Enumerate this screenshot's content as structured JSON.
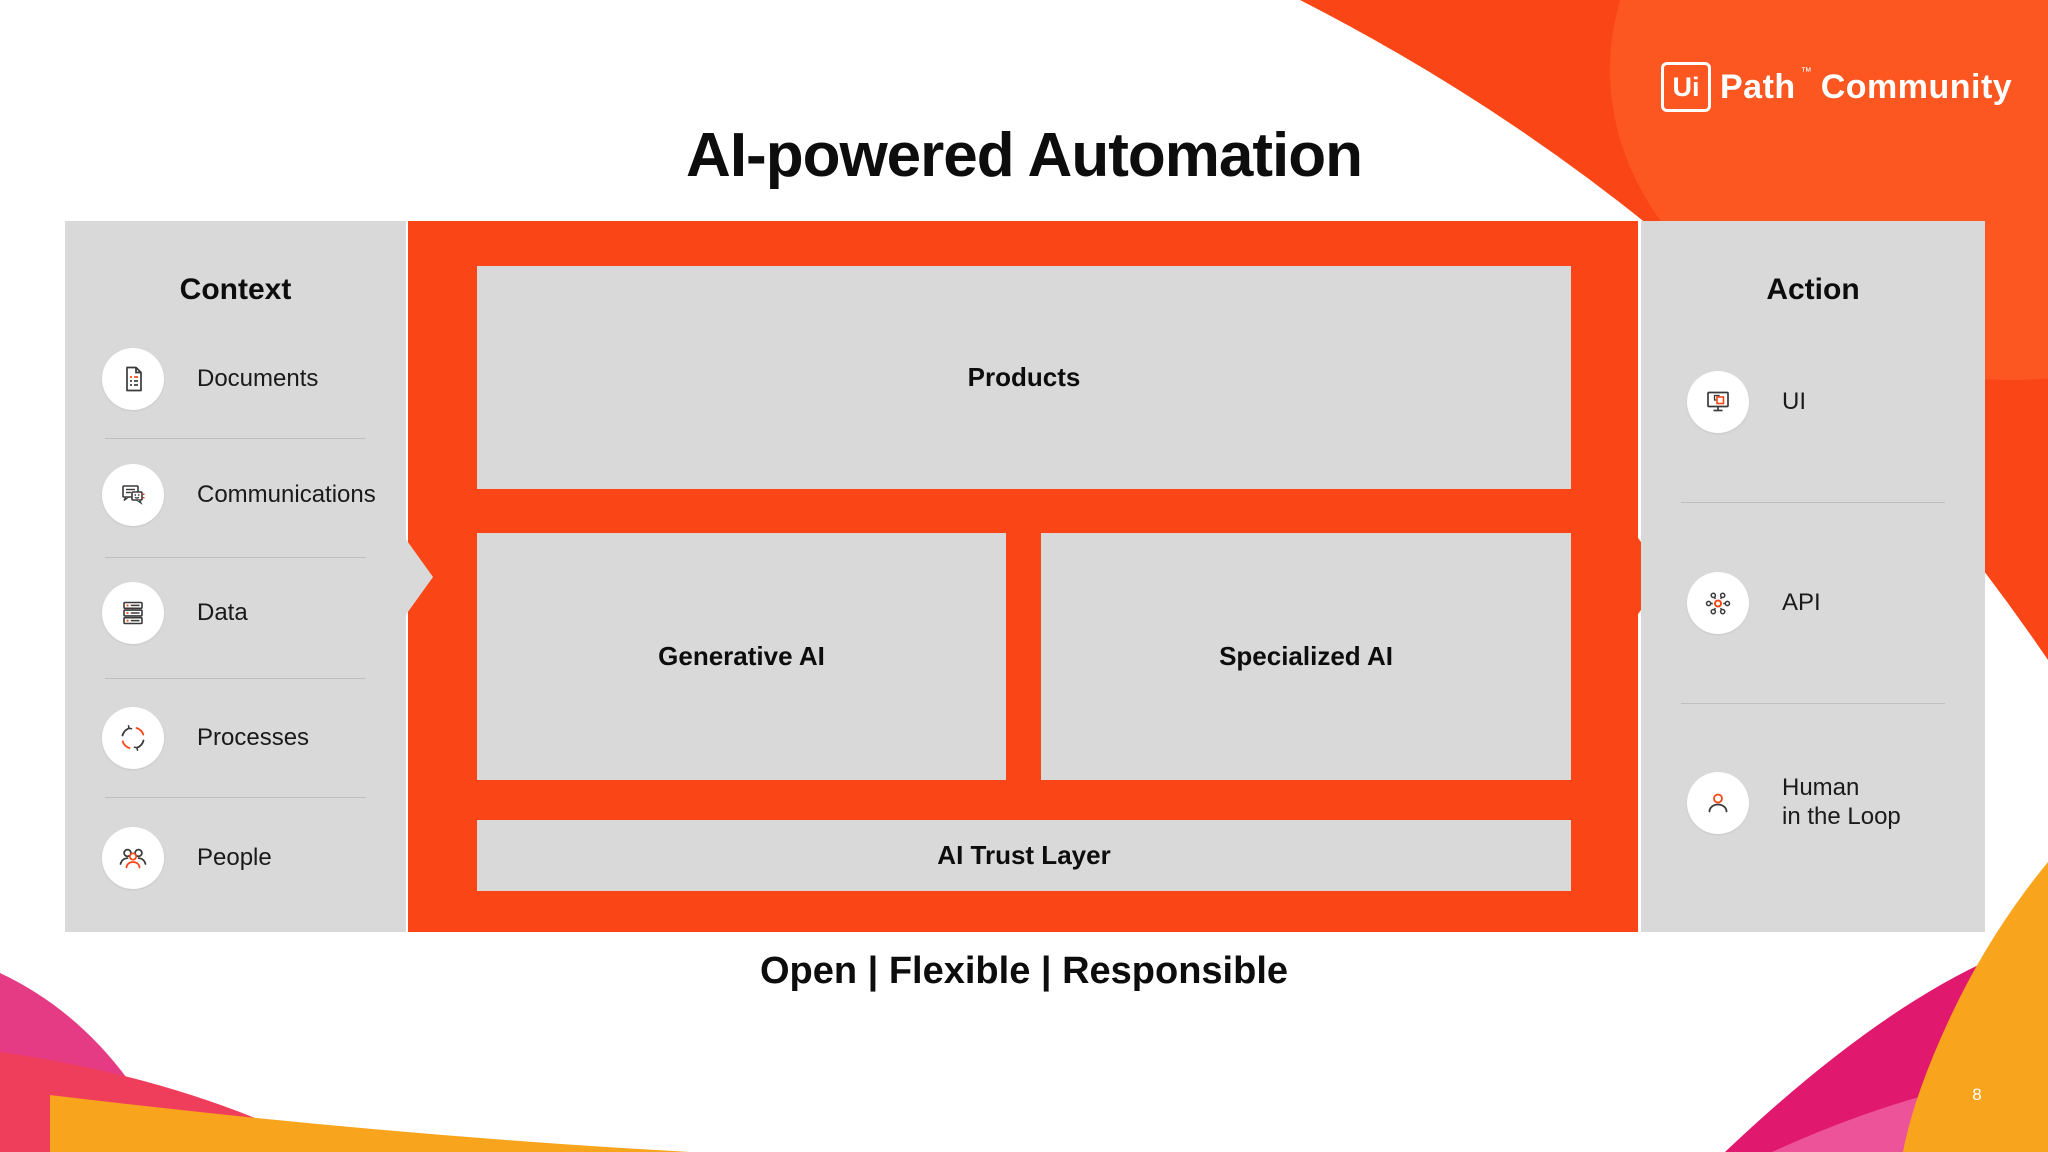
{
  "slide": {
    "title": "AI-powered Automation",
    "footer": "Open | Flexible | Responsible",
    "page_number": "8",
    "logo": {
      "ui": "Ui",
      "path": "Path",
      "tm": "™",
      "community": "Community"
    }
  },
  "context_panel": {
    "heading": "Context",
    "items": [
      {
        "label": "Documents",
        "icon": "document-icon"
      },
      {
        "label": "Communications",
        "icon": "chat-bubbles-icon"
      },
      {
        "label": "Data",
        "icon": "database-icon"
      },
      {
        "label": "Processes",
        "icon": "process-cycle-icon"
      },
      {
        "label": "People",
        "icon": "people-icon"
      }
    ]
  },
  "diagram": {
    "products_label": "Products",
    "generative_ai_label": "Generative AI",
    "specialized_ai_label": "Specialized AI",
    "trust_layer_label": "AI Trust Layer"
  },
  "action_panel": {
    "heading": "Action",
    "items": [
      {
        "label": "UI",
        "icon": "monitor-icon"
      },
      {
        "label": "API",
        "icon": "api-hub-icon"
      },
      {
        "label": "Human\nin the Loop",
        "icon": "person-icon"
      }
    ]
  },
  "colors": {
    "brand_orange": "#FA4616",
    "panel_gray": "#D9D9D9",
    "amber": "#F8A41D",
    "deep_pink": "#E0196E",
    "light_pink": "#ED5398",
    "crimson": "#EF3E5B",
    "magenta": "#E53A84"
  }
}
